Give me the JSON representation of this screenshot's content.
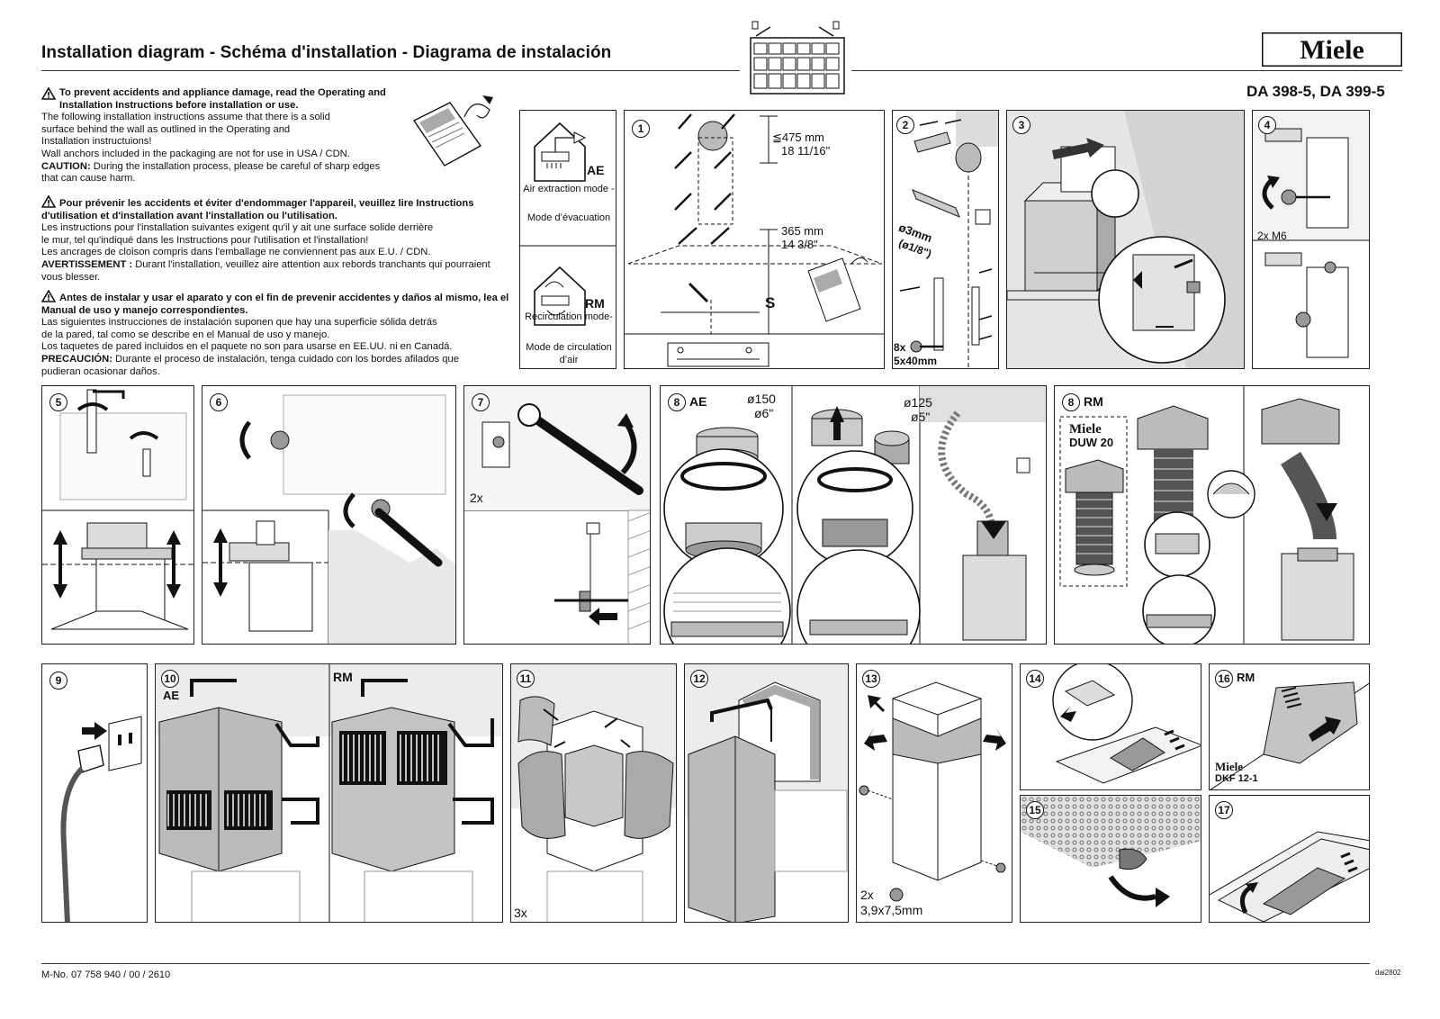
{
  "header": {
    "title": "Installation diagram  -  Schéma d'installation  -  Diagrama de instalación",
    "brand": "Miele",
    "models": "DA 398-5, DA 399-5"
  },
  "warnings": {
    "en": {
      "heading": "To prevent accidents and appliance damage, read the Operating and Installation Instructions before installation or use.",
      "lines": [
        "The following installation instructions assume that there is a solid",
        "surface behind the wall as outlined in the Operating and",
        "Installation instructuions!",
        "Wall anchors included in the packaging are not for use in USA / CDN."
      ],
      "caution_label": "CAUTION:",
      "caution_text": " During the installation process, please be careful of sharp edges that can cause harm."
    },
    "fr": {
      "heading": "Pour prévenir les accidents et éviter d'endommager l'appareil, veuillez lire Instructions d'utilisation et d'installation avant l'installation ou l'utilisation.",
      "lines": [
        "Les instructions pour l'installation suivantes exigent qu'il y ait une surface solide derrière",
        "le mur, tel qu'indiqué dans les Instructions pour l'utilisation et l'installation!",
        "Les ancrages de cloison compris dans l'emballage ne conviennent pas aux E.U. / CDN."
      ],
      "caution_label": "AVERTISSEMENT :",
      "caution_text": " Durant l'installation, veuillez aire attention aux rebords tranchants qui pourraient vous blesser."
    },
    "es": {
      "heading": "Antes de instalar y usar el aparato y con el fin de prevenir accidentes y daños al mismo, lea el Manual de uso y manejo correspondientes.",
      "lines": [
        "Las siguientes instrucciones de instalación suponen que hay una superficie sólida detrás",
        "de la pared, tal como se describe en el Manual de uso y manejo.",
        "Los taquetes de pared incluidos en el paquete no son para usarse en EE.UU. ni en Canadá."
      ],
      "caution_label": "PRECAUCIÓN:",
      "caution_text": " Durante el proceso de instalación, tenga cuidado con los bordes afilados que pudieran ocasionar daños."
    }
  },
  "modes": {
    "ae_code": "AE",
    "ae_en": "Air extraction mode -",
    "ae_fr": "Mode d’évacuation",
    "rm_code": "RM",
    "rm_en": "Recirculation mode-",
    "rm_fr": "Mode de circulation d’air"
  },
  "steps": {
    "s1": {
      "num": "1",
      "dim1_mm": "≦475 mm",
      "dim1_in": "18 11/16\"",
      "dim2_mm": "365 mm",
      "dim2_in": "14 3/8\"",
      "s_label": "S"
    },
    "s2": {
      "num": "2",
      "drill": "ø3mm",
      "drill_in": "(ø1/8\")",
      "screws_qty": "8x",
      "screws_size": "5x40mm"
    },
    "s3": {
      "num": "3"
    },
    "s4": {
      "num": "4",
      "qty": "2x M6"
    },
    "s5": {
      "num": "5"
    },
    "s6": {
      "num": "6"
    },
    "s7": {
      "num": "7",
      "qty": "2x"
    },
    "s8ae": {
      "num": "8",
      "mode": "AE",
      "d1": "ø150",
      "d1_in": "ø6\"",
      "d2": "ø125",
      "d2_in": "ø5\""
    },
    "s8rm": {
      "num": "8",
      "mode": "RM",
      "brand": "Miele",
      "kit": "DUW 20"
    },
    "s9": {
      "num": "9"
    },
    "s10": {
      "num": "10",
      "mode_ae": "AE",
      "mode_rm": "RM"
    },
    "s11": {
      "num": "11",
      "qty": "3x"
    },
    "s12": {
      "num": "12"
    },
    "s13": {
      "num": "13",
      "qty": "2x",
      "size": "3,9x7,5mm"
    },
    "s14": {
      "num": "14"
    },
    "s15": {
      "num": "15"
    },
    "s16": {
      "num": "16",
      "mode": "RM",
      "brand": "Miele",
      "kit": "DKF 12-1"
    },
    "s17": {
      "num": "17"
    }
  },
  "footer": {
    "part_no": "M-No. 07 758 940 / 00 / 2610",
    "code": "dai2802"
  },
  "colors": {
    "ink": "#111111",
    "grey": "#9a9a9a",
    "light": "#d9d9d9",
    "dark": "#555555"
  }
}
